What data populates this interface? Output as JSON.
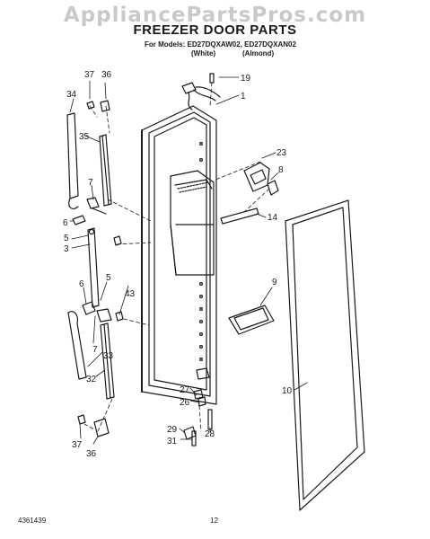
{
  "watermark": "AppliancePartsPros.com",
  "title": "FREEZER DOOR PARTS",
  "models": "For Models: ED27DQXAW02, ED27DQXAN02",
  "color_white": "(White)",
  "color_almond": "(Almond)",
  "footer_code": "4361439",
  "page_number": "12",
  "callouts": {
    "c1": "1",
    "c3": "3",
    "c5a": "5",
    "c5b": "5",
    "c6a": "6",
    "c6b": "6",
    "c7a": "7",
    "c7b": "7",
    "c8": "8",
    "c9": "9",
    "c10": "10",
    "c14": "14",
    "c19": "19",
    "c23": "23",
    "c26": "26",
    "c27": "27",
    "c28": "28",
    "c29": "29",
    "c31": "31",
    "c32": "32",
    "c33": "33",
    "c34": "34",
    "c35": "35",
    "c36a": "36",
    "c36b": "36",
    "c37a": "37",
    "c37b": "37",
    "c43": "43"
  }
}
